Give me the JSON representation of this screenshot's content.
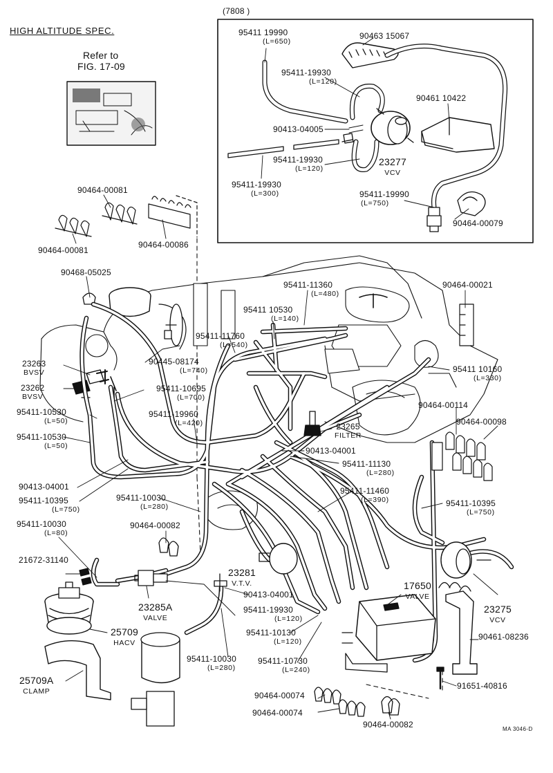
{
  "header": {
    "spec_title": "HIGH ALTITUDE SPEC.",
    "refer_line1": "Refer to",
    "refer_line2": "FIG. 17-09",
    "range_label": "(7808        )"
  },
  "labels": {
    "p95411_19990a": "95411 19990",
    "p95411_19990a_len": "(L=650)",
    "p90463_15067": "90463 15067",
    "p95411_19930a": "95411-19930",
    "p95411_19930a_len": "(L=120)",
    "p90461_10422": "90461 10422",
    "p90413_04005": "90413-04005",
    "p95411_19930b": "95411-19930",
    "p95411_19930b_len": "(L=120)",
    "p23277": "23277",
    "p23277_name": "VCV",
    "p95411_19930c": "95411-19930",
    "p95411_19930c_len": "(L=300)",
    "p95411_19990b": "95411-19990",
    "p95411_19990b_len": "(L=750)",
    "p90464_00079": "90464-00079",
    "p90464_00081a": "90464-00081",
    "p90464_00081b": "90464-00081",
    "p90464_00086": "90464-00086",
    "p90468_05025": "90468-05025",
    "p95411_11360": "95411-11360",
    "p95411_11360_len": "(L=480)",
    "p90464_00021": "90464-00021",
    "p95411_10530a": "95411 10530",
    "p95411_10530a_len": "(L=140)",
    "p95411_11760": "95411-11760",
    "p95411_11760_len": "(L=540)",
    "p23263": "23263",
    "p23263_name": "BVSV",
    "p90445_08174": "90445-08174",
    "p90445_08174_len": "(L=740)",
    "p95411_10160": "95411 10160",
    "p95411_10160_len": "(L=330)",
    "p23262": "23262",
    "p23262_name": "BVSV",
    "p95411_10695": "95411-10695",
    "p95411_10695_len": "(L=700)",
    "p95411_10530b": "95411-10530",
    "p95411_10530b_len": "(L=50)",
    "p95411_19960": "95411-19960",
    "p95411_19960_len": "(L=420)",
    "p90464_00114": "90464-00114",
    "p90464_00098": "90464-00098",
    "p95411_10530c": "95411-10530",
    "p95411_10530c_len": "(L=50)",
    "p23265": "23265",
    "p23265_name": "FILTER",
    "p90413_04001a": "90413-04001",
    "p90413_04001b": "90413-04001",
    "p95411_11130": "95411-11130",
    "p95411_11130_len": "(L=280)",
    "p95411_10395a": "95411-10395",
    "p95411_10395a_len": "(L=750)",
    "p95411_10030a": "95411-10030",
    "p95411_10030a_len": "(L=280)",
    "p95411_11460": "95411-11460",
    "p95411_11460_len": "(L=390)",
    "p95411_10395b": "95411-10395",
    "p95411_10395b_len": "(L=750)",
    "p95411_10030b": "95411-10030",
    "p95411_10030b_len": "(L=80)",
    "p90464_00082a": "90464-00082",
    "p21672_31140": "21672-31140",
    "p23281": "23281",
    "p23281_name": "V.T.V.",
    "p90413_04001c": "90413-04001",
    "p17650": "17650",
    "p17650_name": "VALVE",
    "p23275": "23275",
    "p23275_name": "VCV",
    "p23285A": "23285A",
    "p23285A_name": "VALVE",
    "p95411_19930d": "95411-19930",
    "p95411_19930d_len": "(L=120)",
    "p25709": "25709",
    "p25709_name": "HACV",
    "p95411_10130": "95411-10130",
    "p95411_10130_len": "(L=120)",
    "p90461_08236": "90461-08236",
    "p95411_10030c": "95411-10030",
    "p95411_10030c_len": "(L=280)",
    "p95411_10730": "95411-10730",
    "p95411_10730_len": "(L=240)",
    "p25709A": "25709A",
    "p25709A_name": "CLAMP",
    "p91651_40816": "91651-40816",
    "p90464_00074a": "90464-00074",
    "p90464_00074b": "90464-00074",
    "p90464_00082b": "90464-00082",
    "drawing_code": "MA 3046-D"
  }
}
